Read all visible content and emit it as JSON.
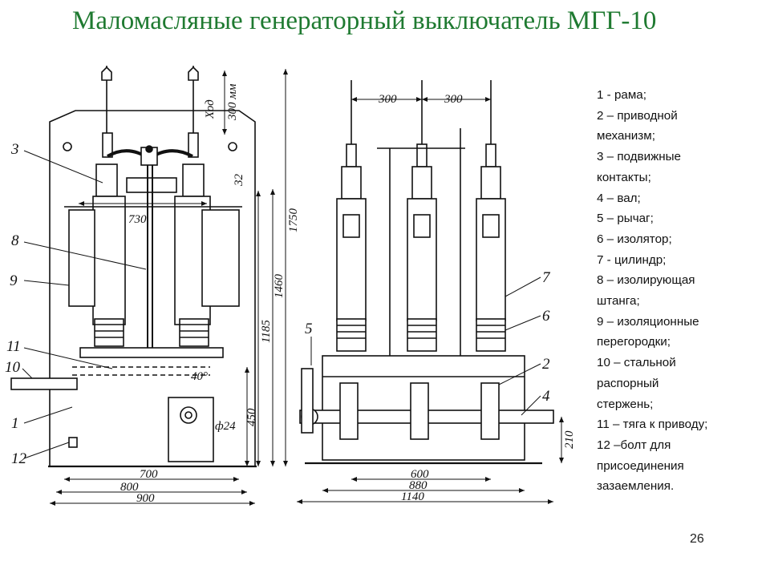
{
  "title": "Маломасляные генераторный выключатель МГГ-10",
  "page_number": "26",
  "legend": [
    "1 - рама;",
    "2 – приводной",
    "механизм;",
    "3 – подвижные",
    "контакты;",
    "4 – вал;",
    "5 – рычаг;",
    "6 – изолятор;",
    "7 - цилиндр;",
    "8 – изолирующая",
    "штанга;",
    "9 – изоляционные",
    "перегородки;",
    "10 – стальной",
    "распорный",
    "стержень;",
    "11 – тяга к приводу;",
    "12 –болт для",
    "присоединения",
    "зазаемления."
  ],
  "drawing": {
    "left_view": {
      "part_labels": [
        "3",
        "8",
        "9",
        "11",
        "10",
        "1",
        "12"
      ],
      "dimensions": [
        "Ход",
        "300 мм",
        "1750",
        "32",
        "730",
        "1460",
        "1185",
        "40°",
        "450",
        "ф24",
        "700",
        "800",
        "900"
      ]
    },
    "right_view": {
      "part_labels": [
        "7",
        "6",
        "5",
        "2",
        "4"
      ],
      "dimensions": [
        "300",
        "300",
        "210",
        "600",
        "880",
        "1140"
      ]
    }
  }
}
